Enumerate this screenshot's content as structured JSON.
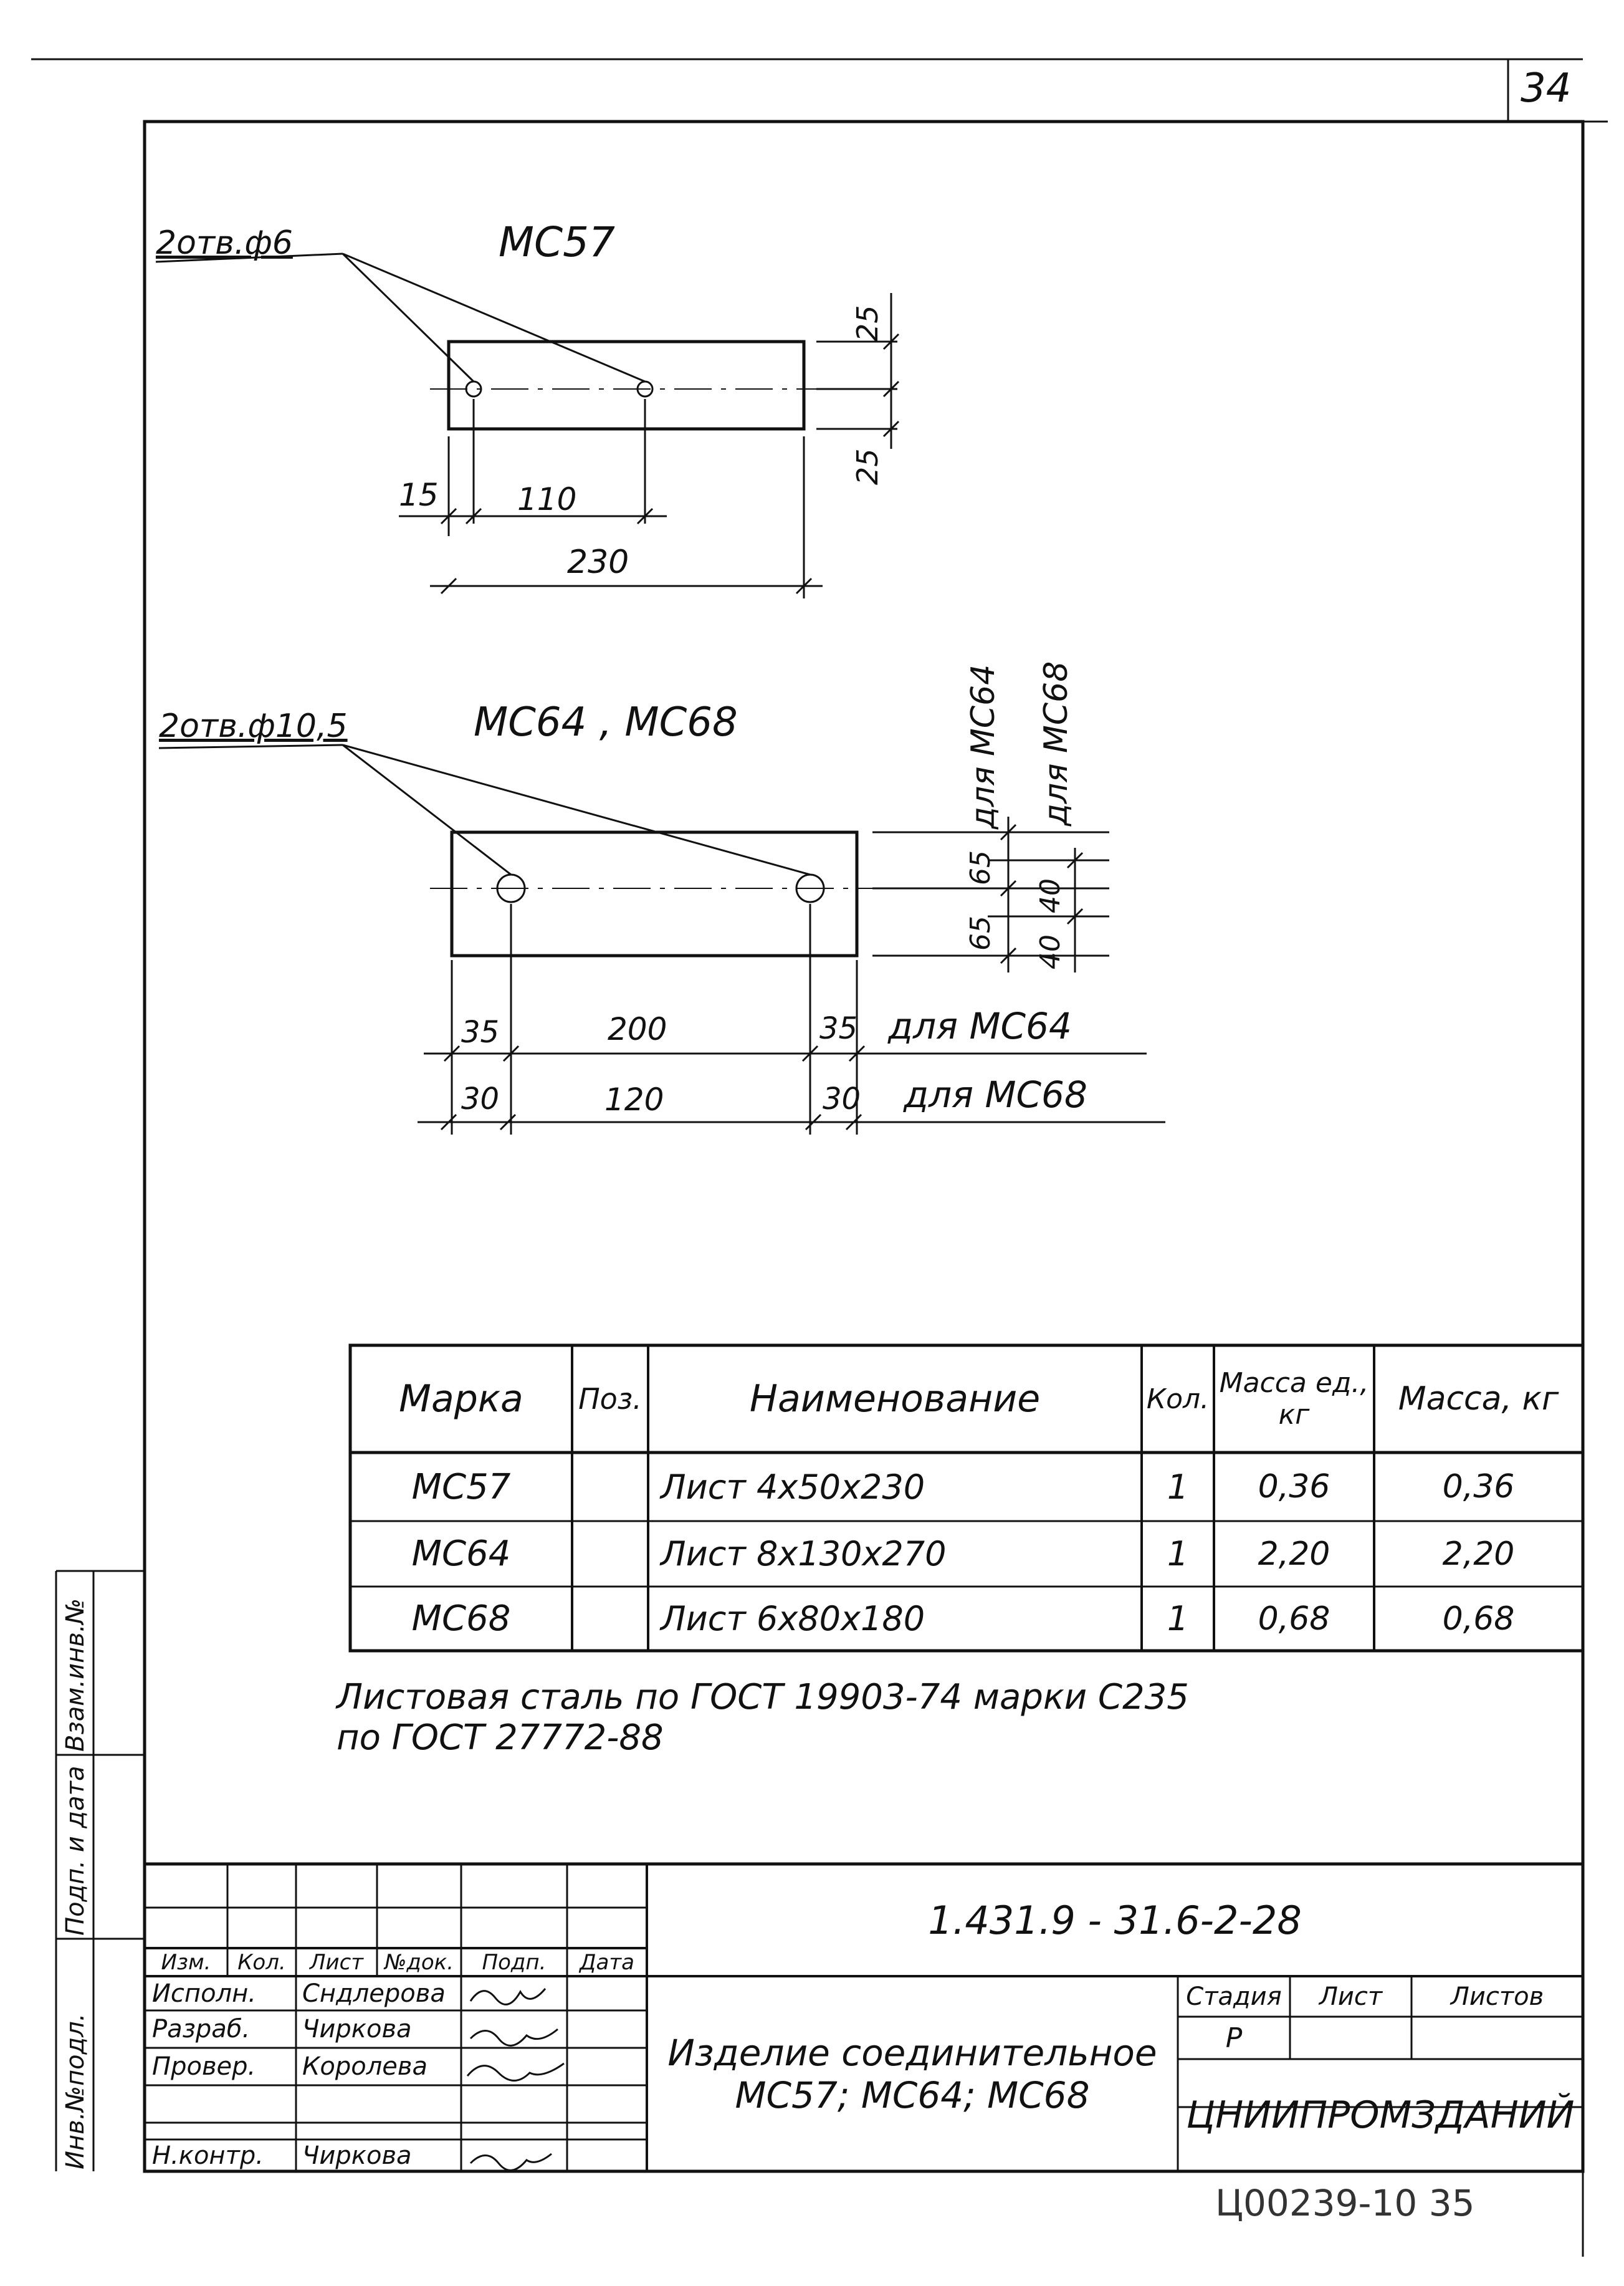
{
  "sheet": {
    "page_number": "34",
    "archive_code": "Ц00239-10   35"
  },
  "drawing_mc57": {
    "mark": "МС57",
    "hole_callout": "2отв.ф6",
    "dim_15": "15",
    "dim_110": "110",
    "dim_230": "230",
    "dim_25_top": "25",
    "dim_25_bottom": "25"
  },
  "drawing_mc64_68": {
    "mark": "МС64 , МС68",
    "hole_callout": "2отв.ф10,5",
    "dim_35_left": "35",
    "dim_200": "200",
    "dim_35_right": "35",
    "note_row1": "для  МС64",
    "dim_30_left": "30",
    "dim_120": "120",
    "dim_30_right": "30",
    "note_row2": "для  МС68",
    "v_65_top": "65",
    "v_65_bottom": "65",
    "v_note_mc64": "для  МС64",
    "v_40_top": "40",
    "v_40_bottom": "40",
    "v_note_mc68": "для  МС68"
  },
  "spec_table": {
    "headers": [
      "Марка",
      "Поз.",
      "Наименование",
      "Кол.",
      "Масса ед., кг",
      "Масса, кг"
    ],
    "rows": [
      [
        "МС57",
        "",
        "Лист 4х50х230",
        "1",
        "0,36",
        "0,36"
      ],
      [
        "МС64",
        "",
        "Лист 8х130х270",
        "1",
        "2,20",
        "2,20"
      ],
      [
        "МС68",
        "",
        "Лист 6х80х180",
        "1",
        "0,68",
        "0,68"
      ]
    ]
  },
  "note": {
    "line1": "Листовая   сталь  по  ГОСТ 19903-74 марки С235",
    "line2": "по  ГОСТ  27772-88"
  },
  "side_stamp": {
    "inv_orig": "Инв.№подл.",
    "sign_date": "Подп. и дата",
    "replaces_inv": "Взам.инв.№"
  },
  "title_block": {
    "designation": "1.431.9 - 31.6-2-28",
    "headers": [
      "Изм.",
      "Кол.",
      "Лист",
      "№док.",
      "Подп.",
      "Дата"
    ],
    "roles": [
      {
        "role": "Исполн.",
        "name": "Сндлерова"
      },
      {
        "role": "Разраб.",
        "name": "Чиркова"
      },
      {
        "role": "Провер.",
        "name": "Королева"
      },
      {
        "role": "",
        "name": ""
      },
      {
        "role": "Н.контр.",
        "name": "Чиркова"
      }
    ],
    "item_title_line1": "Изделие соединительное",
    "item_title_line2": "МС57; МС64; МС68",
    "stage_label": "Стадия",
    "sheet_label": "Лист",
    "sheets_label": "Листов",
    "stage_value": "Р",
    "organization": "ЦНИИПРОМЗДАНИЙ"
  }
}
